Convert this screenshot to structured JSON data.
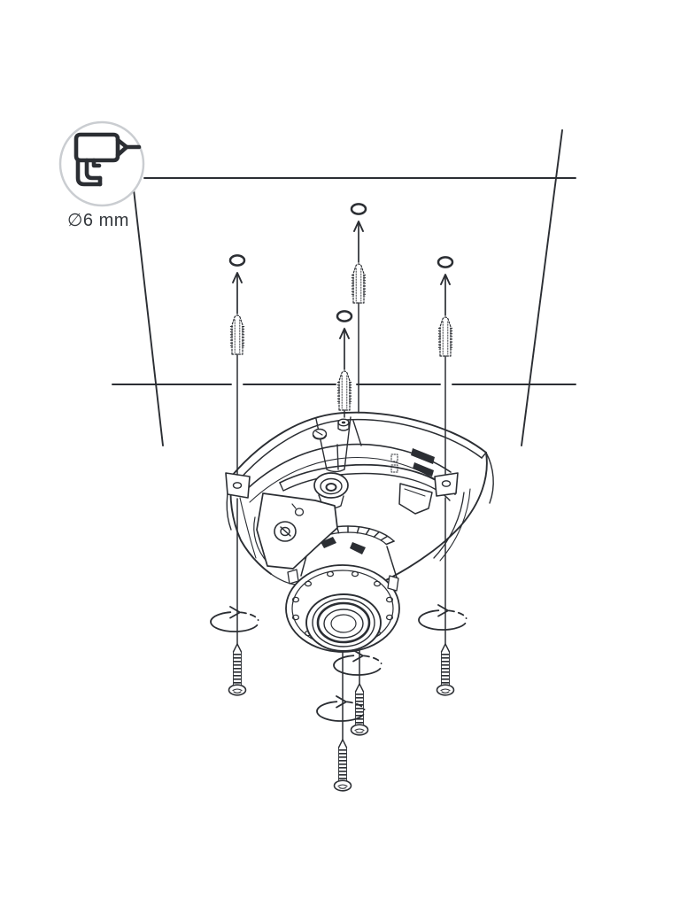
{
  "colors": {
    "background": "#ffffff",
    "line": "#2b2e33",
    "badge_circle": "#cacdd1",
    "text": "#34383d"
  },
  "badge": {
    "icon": "drill-icon",
    "label": "∅6 mm"
  },
  "diagram": {
    "type": "installation-step-illustration",
    "subject": "dome camera ceiling mounting",
    "drill_hole_diameter": "∅6 mm",
    "counts": {
      "ceiling_hole_markers": 4,
      "wall_plugs": 4,
      "mounting_screws": 4,
      "turn_direction_arrows": 4
    }
  }
}
